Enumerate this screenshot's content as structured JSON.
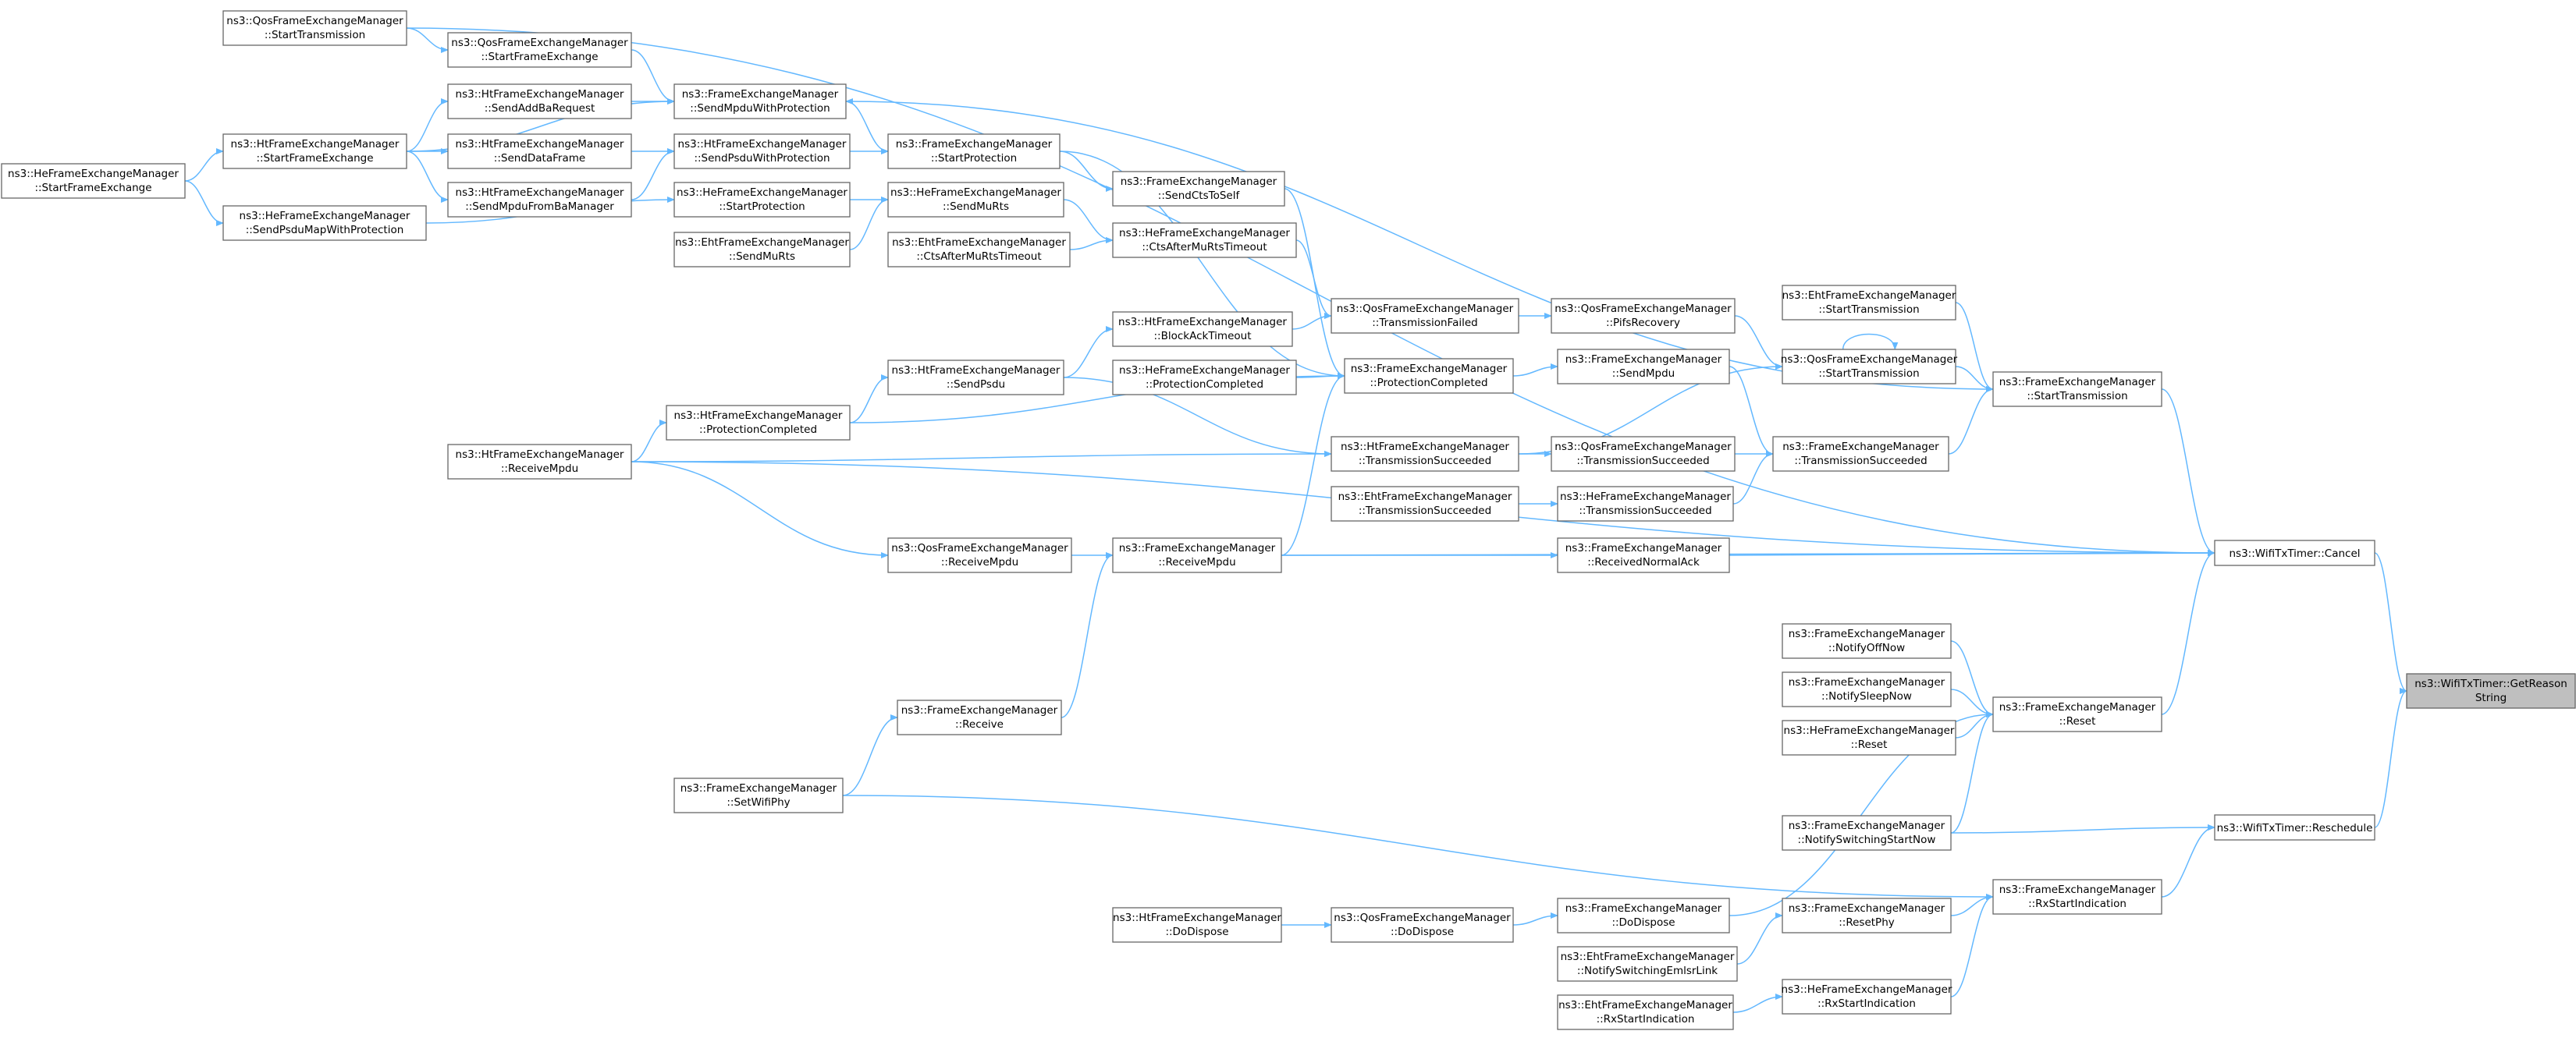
{
  "graph": {
    "colors": {
      "edge": "#63b8ff",
      "node_border": "#666666",
      "root_fill": "#bfbfbf",
      "background": "#ffffff"
    },
    "nodes": [
      {
        "id": "n0",
        "line1": "ns3::WifiTxTimer::GetReason",
        "line2": "String",
        "root": true
      },
      {
        "id": "n1",
        "line1": "ns3::WifiTxTimer::Cancel",
        "line2": ""
      },
      {
        "id": "n2",
        "line1": "ns3::WifiTxTimer::Reschedule",
        "line2": ""
      },
      {
        "id": "n3",
        "line1": "ns3::FrameExchangeManager",
        "line2": "::StartTransmission"
      },
      {
        "id": "n4",
        "line1": "ns3::FrameExchangeManager",
        "line2": "::Reset"
      },
      {
        "id": "n5",
        "line1": "ns3::FrameExchangeManager",
        "line2": "::RxStartIndication"
      },
      {
        "id": "n6",
        "line1": "ns3::EhtFrameExchangeManager",
        "line2": "::StartTransmission"
      },
      {
        "id": "n7",
        "line1": "ns3::QosFrameExchangeManager",
        "line2": "::StartTransmission"
      },
      {
        "id": "n8",
        "line1": "ns3::FrameExchangeManager",
        "line2": "::TransmissionSucceeded"
      },
      {
        "id": "n9",
        "line1": "ns3::FrameExchangeManager",
        "line2": "::NotifyOffNow"
      },
      {
        "id": "n10",
        "line1": "ns3::FrameExchangeManager",
        "line2": "::NotifySleepNow"
      },
      {
        "id": "n11",
        "line1": "ns3::HeFrameExchangeManager",
        "line2": "::Reset"
      },
      {
        "id": "n12",
        "line1": "ns3::FrameExchangeManager",
        "line2": "::NotifySwitchingStartNow"
      },
      {
        "id": "n13",
        "line1": "ns3::FrameExchangeManager",
        "line2": "::ResetPhy"
      },
      {
        "id": "n14",
        "line1": "ns3::HeFrameExchangeManager",
        "line2": "::RxStartIndication"
      },
      {
        "id": "n15",
        "line1": "ns3::QosFrameExchangeManager",
        "line2": "::PifsRecovery"
      },
      {
        "id": "n16",
        "line1": "ns3::FrameExchangeManager",
        "line2": "::SendMpdu"
      },
      {
        "id": "n17",
        "line1": "ns3::QosFrameExchangeManager",
        "line2": "::TransmissionSucceeded"
      },
      {
        "id": "n18",
        "line1": "ns3::HeFrameExchangeManager",
        "line2": "::TransmissionSucceeded"
      },
      {
        "id": "n19",
        "line1": "ns3::FrameExchangeManager",
        "line2": "::ReceivedNormalAck"
      },
      {
        "id": "n20",
        "line1": "ns3::FrameExchangeManager",
        "line2": "::DoDispose"
      },
      {
        "id": "n21",
        "line1": "ns3::EhtFrameExchangeManager",
        "line2": "::NotifySwitchingEmlsrLink"
      },
      {
        "id": "n22",
        "line1": "ns3::EhtFrameExchangeManager",
        "line2": "::RxStartIndication"
      },
      {
        "id": "n23",
        "line1": "ns3::QosFrameExchangeManager",
        "line2": "::TransmissionFailed"
      },
      {
        "id": "n24",
        "line1": "ns3::FrameExchangeManager",
        "line2": "::ProtectionCompleted"
      },
      {
        "id": "n25",
        "line1": "ns3::HtFrameExchangeManager",
        "line2": "::TransmissionSucceeded"
      },
      {
        "id": "n26",
        "line1": "ns3::EhtFrameExchangeManager",
        "line2": "::TransmissionSucceeded"
      },
      {
        "id": "n27",
        "line1": "ns3::QosFrameExchangeManager",
        "line2": "::DoDispose"
      },
      {
        "id": "n28",
        "line1": "ns3::FrameExchangeManager",
        "line2": "::SendCtsToSelf"
      },
      {
        "id": "n29",
        "line1": "ns3::HeFrameExchangeManager",
        "line2": "::CtsAfterMuRtsTimeout"
      },
      {
        "id": "n30",
        "line1": "ns3::HtFrameExchangeManager",
        "line2": "::BlockAckTimeout"
      },
      {
        "id": "n31",
        "line1": "ns3::HeFrameExchangeManager",
        "line2": "::ProtectionCompleted"
      },
      {
        "id": "n32",
        "line1": "ns3::FrameExchangeManager",
        "line2": "::ReceiveMpdu"
      },
      {
        "id": "n33",
        "line1": "ns3::HtFrameExchangeManager",
        "line2": "::DoDispose"
      },
      {
        "id": "n34",
        "line1": "ns3::FrameExchangeManager",
        "line2": "::StartProtection"
      },
      {
        "id": "n35",
        "line1": "ns3::HeFrameExchangeManager",
        "line2": "::SendMuRts"
      },
      {
        "id": "n36",
        "line1": "ns3::EhtFrameExchangeManager",
        "line2": "::CtsAfterMuRtsTimeout"
      },
      {
        "id": "n37",
        "line1": "ns3::HtFrameExchangeManager",
        "line2": "::SendPsdu"
      },
      {
        "id": "n38",
        "line1": "ns3::QosFrameExchangeManager",
        "line2": "::ReceiveMpdu"
      },
      {
        "id": "n39",
        "line1": "ns3::FrameExchangeManager",
        "line2": "::Receive"
      },
      {
        "id": "n40",
        "line1": "ns3::FrameExchangeManager",
        "line2": "::SendMpduWithProtection"
      },
      {
        "id": "n41",
        "line1": "ns3::HtFrameExchangeManager",
        "line2": "::SendPsduWithProtection"
      },
      {
        "id": "n42",
        "line1": "ns3::HeFrameExchangeManager",
        "line2": "::StartProtection"
      },
      {
        "id": "n43",
        "line1": "ns3::EhtFrameExchangeManager",
        "line2": "::SendMuRts"
      },
      {
        "id": "n44",
        "line1": "ns3::HtFrameExchangeManager",
        "line2": "::ProtectionCompleted"
      },
      {
        "id": "n45",
        "line1": "ns3::FrameExchangeManager",
        "line2": "::SetWifiPhy"
      },
      {
        "id": "n46",
        "line1": "ns3::HtFrameExchangeManager",
        "line2": "::ReceiveMpdu"
      },
      {
        "id": "n47",
        "line1": "ns3::QosFrameExchangeManager",
        "line2": "::StartFrameExchange"
      },
      {
        "id": "n48",
        "line1": "ns3::HtFrameExchangeManager",
        "line2": "::SendAddBaRequest"
      },
      {
        "id": "n49",
        "line1": "ns3::HtFrameExchangeManager",
        "line2": "::SendDataFrame"
      },
      {
        "id": "n50",
        "line1": "ns3::HtFrameExchangeManager",
        "line2": "::SendMpduFromBaManager"
      },
      {
        "id": "n51",
        "line1": "ns3::QosFrameExchangeManager",
        "line2": "::StartTransmission"
      },
      {
        "id": "n52",
        "line1": "ns3::HtFrameExchangeManager",
        "line2": "::StartFrameExchange"
      },
      {
        "id": "n53",
        "line1": "ns3::HeFrameExchangeManager",
        "line2": "::SendPsduMapWithProtection"
      },
      {
        "id": "n54",
        "line1": "ns3::HeFrameExchangeManager",
        "line2": "::StartFrameExchange"
      }
    ]
  }
}
